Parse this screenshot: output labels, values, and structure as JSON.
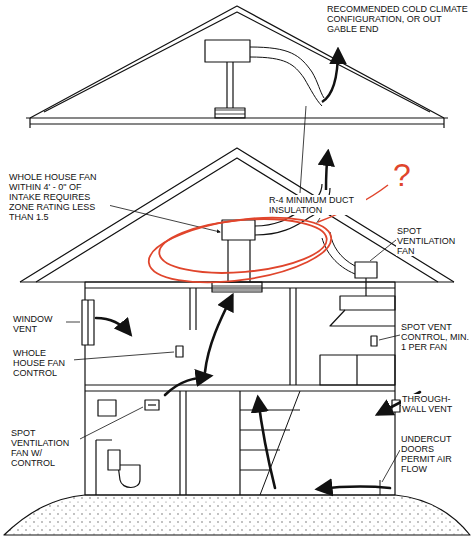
{
  "diagram": {
    "labels": [
      "RECOMMENDED COLD CLIMATE CONFIGURATION, OR OUT GABLE END",
      "R-4 MINIMUM DUCT INSULATION",
      "WHOLE HOUSE FAN WITHIN 4' - 0\" OF INTAKE REQUIRES ZONE RATING LESS THAN 1.5",
      "SPOT VENTILATION FAN",
      "WINDOW VENT",
      "SPOT VENT CONTROL, MIN. 1 PER FAN",
      "WHOLE HOUSE FAN CONTROL",
      "THROUGH-WALL VENT",
      "SPOT VENTILATION FAN W/ CONTROL",
      "UNDERCUT DOORS PERMIT AIR FLOW",
      "?"
    ]
  }
}
